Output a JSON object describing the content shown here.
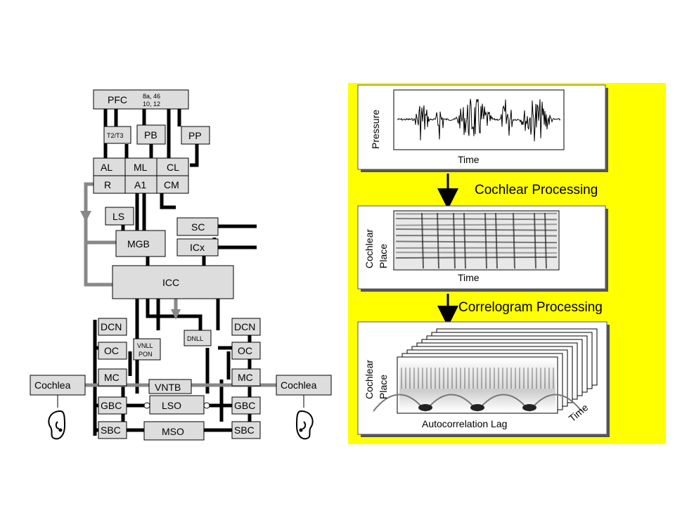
{
  "auditory_pathway": {
    "pfc": {
      "label": "PFC",
      "areas": "8a, 46",
      "areas2": "10, 12"
    },
    "t2t3": "T2/T3",
    "pb": "PB",
    "pp": "PP",
    "al": "AL",
    "ml": "ML",
    "cl": "CL",
    "r": "R",
    "a1": "A1",
    "cm": "CM",
    "ls": "LS",
    "sc": "SC",
    "mgb": "MGB",
    "icx": "ICx",
    "icc": "ICC",
    "dcn": "DCN",
    "oc": "OC",
    "vnll": "VNLL",
    "pon": "PON",
    "dnll": "DNLL",
    "mc": "MC",
    "vntb": "VNTB",
    "gbc": "GBC",
    "lso": "LSO",
    "sbc": "SBC",
    "mso": "MSO",
    "cochlea": "Cochlea"
  },
  "processing": {
    "background_color": "#ffff00",
    "panel1": {
      "ylabel": "Pressure",
      "xlabel": "Time"
    },
    "step1": "Cochlear Processing",
    "panel2": {
      "ylabel_line1": "Cochlear",
      "ylabel_line2": "Place",
      "xlabel": "Time"
    },
    "step2": "Correlogram Processing",
    "panel3": {
      "ylabel_line1": "Cochlear",
      "ylabel_line2": "Place",
      "xlabel": "Autocorrelation Lag",
      "depth_label": "Time"
    }
  }
}
